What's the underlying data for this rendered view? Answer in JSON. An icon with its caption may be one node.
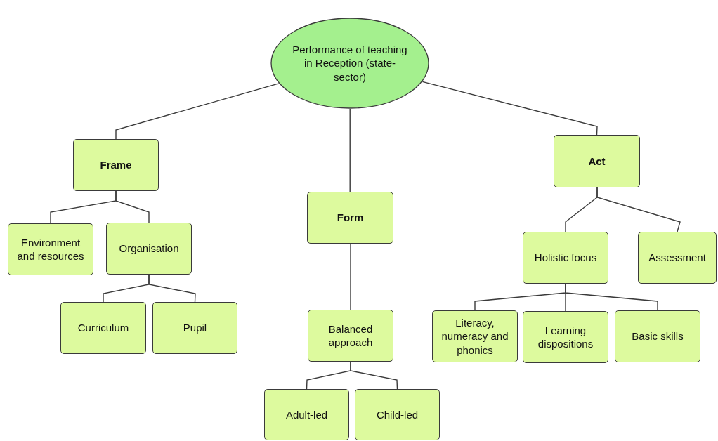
{
  "diagram": {
    "nodes": [
      {
        "text": [
          "Performance of teaching in Reception (state-sector)"
        ]
      },
      {
        "text": [
          "Frame"
        ]
      },
      {
        "text": [
          "Form"
        ]
      },
      {
        "text": [
          "Act"
        ]
      },
      {
        "text": [
          "Environment and resources"
        ]
      },
      {
        "text": [
          "Organisation"
        ]
      },
      {
        "text": [
          "Curriculum"
        ]
      },
      {
        "text": [
          "Pupil"
        ]
      },
      {
        "text": [
          "Balanced approach"
        ]
      },
      {
        "text": [
          "Adult-led"
        ]
      },
      {
        "text": [
          "Child-led"
        ]
      },
      {
        "text": [
          "Holistic focus"
        ]
      },
      {
        "text": [
          "Assessment"
        ]
      },
      {
        "text": [
          "Literacy, numeracy and phonics"
        ]
      },
      {
        "text": [
          "Learning dispositions"
        ]
      },
      {
        "text": [
          "Basic skills"
        ]
      }
    ],
    "edges": [
      {
        "from": 0,
        "to": 1,
        "arrow": "none"
      },
      {
        "from": 0,
        "to": 2,
        "arrow": "none"
      },
      {
        "from": 0,
        "to": 3,
        "arrow": "none"
      },
      {
        "from": 1,
        "to": 4,
        "arrow": "none"
      },
      {
        "from": 1,
        "to": 5,
        "arrow": "none"
      },
      {
        "from": 5,
        "to": 6,
        "arrow": "none"
      },
      {
        "from": 5,
        "to": 7,
        "arrow": "none"
      },
      {
        "from": 2,
        "to": 8,
        "arrow": "none"
      },
      {
        "from": 8,
        "to": 9,
        "arrow": "none"
      },
      {
        "from": 8,
        "to": 10,
        "arrow": "none"
      },
      {
        "from": 3,
        "to": 11,
        "arrow": "none"
      },
      {
        "from": 3,
        "to": 12,
        "arrow": "none"
      },
      {
        "from": 11,
        "to": 13,
        "arrow": "none"
      },
      {
        "from": 11,
        "to": 14,
        "arrow": "none"
      },
      {
        "from": 11,
        "to": 15,
        "arrow": "none"
      }
    ]
  }
}
